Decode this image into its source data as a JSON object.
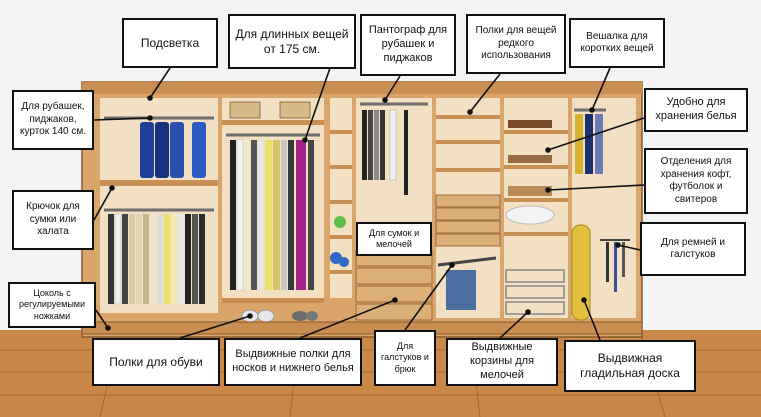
{
  "callouts": {
    "lighting": "Подсветка",
    "long_items": "Для длинных вещей от 175 см.",
    "pantograph": "Пантограф для рубашек и пиджаков",
    "rare_items_shelves": "Полки для вещей редкого использования",
    "short_hanger": "Вешалка для коротких вещей",
    "shirts_jackets": "Для рубашек, пиджаков, курток 140 см.",
    "underwear_storage": "Удобно для хранения белья",
    "sweaters": "Отделения для хранения кофт, футболок и свитеров",
    "hook": "Крючок для сумки или халата",
    "bags_small": "Для сумок и мелочей",
    "belts_ties": "Для ремней и галстуков",
    "plinth": "Цоколь с регулируемыми ножками",
    "shoe_shelves": "Полки для обуви",
    "socks_drawers": "Выдвижные полки для носков и нижнего белья",
    "ties_trousers": "Для галстуков и брюк",
    "baskets": "Выдвижные корзины для мелочей",
    "ironing_board": "Выдвижная гладильная доска"
  },
  "colors": {
    "wood": "#d9a56a",
    "wood_dark": "#b97a3e",
    "interior": "#f3dfc1",
    "floor": "#c9874a",
    "wall": "#f4f4f4",
    "rail": "#6e6e6e",
    "line": "#111111"
  },
  "icons": [
    "arrow-pointer-icon"
  ]
}
